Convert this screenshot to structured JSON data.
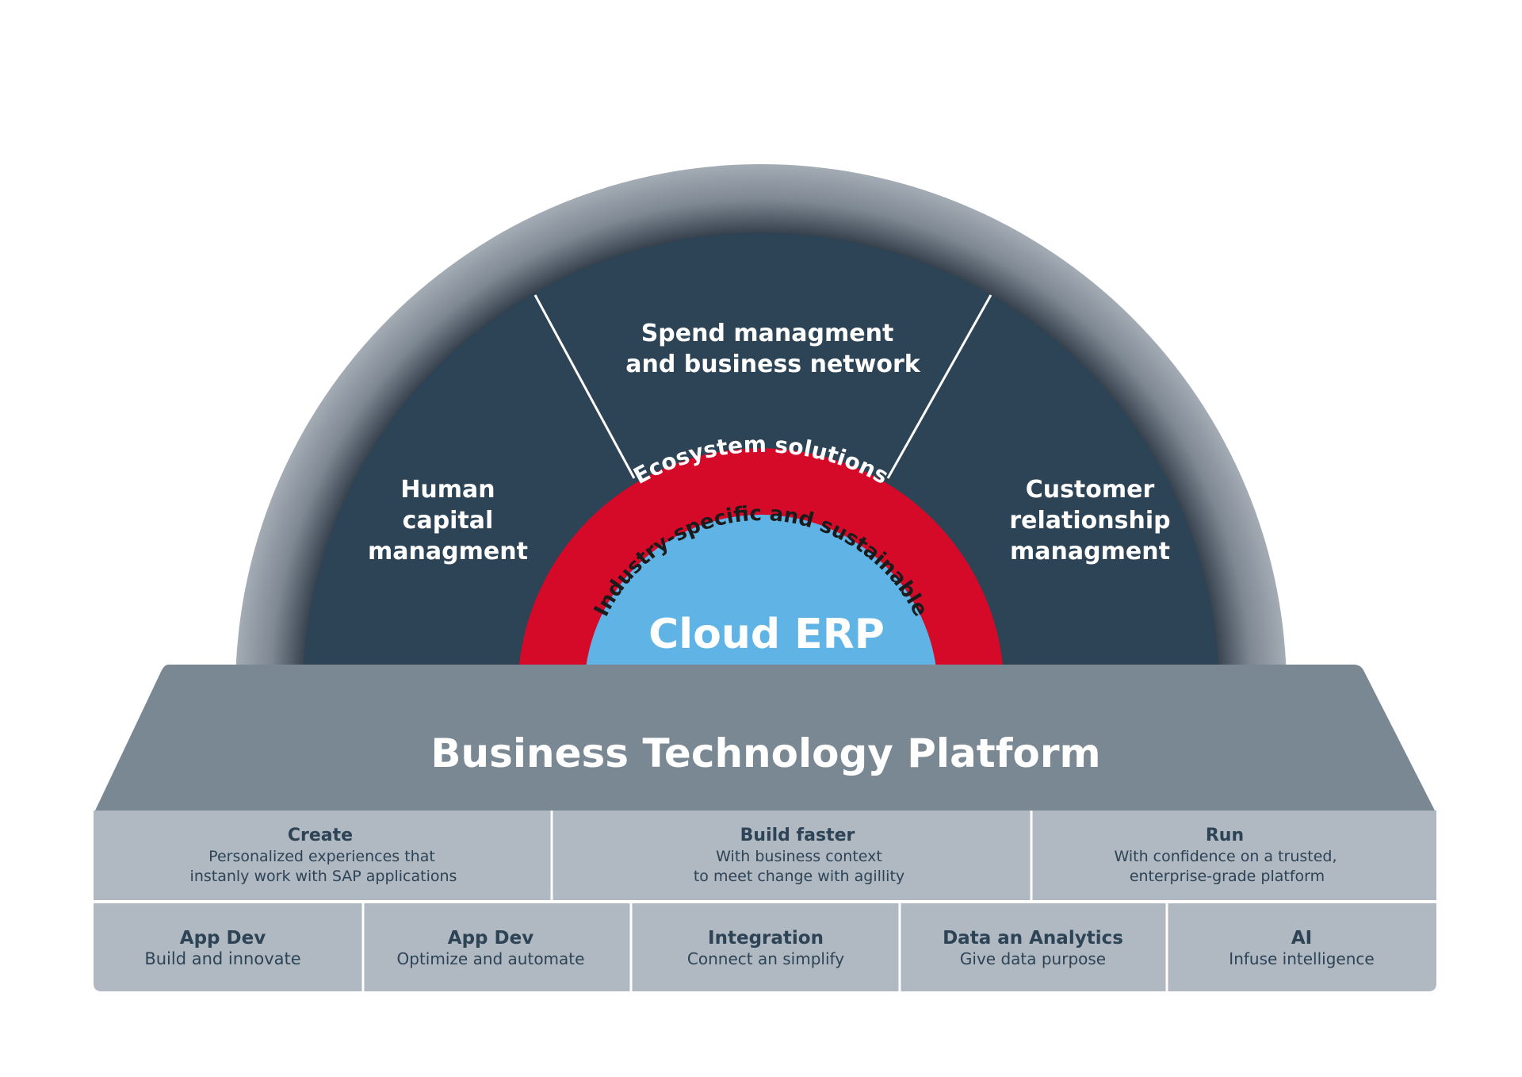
{
  "ecosystem": {
    "label": "Ecosystem solutions"
  },
  "segments": {
    "spend": {
      "line1": "Spend managment",
      "line2": "and business network"
    },
    "human": {
      "line1": "Human",
      "line2": "capital",
      "line3": "managment"
    },
    "customer": {
      "line1": "Customer",
      "line2": "relationship",
      "line3": "managment"
    }
  },
  "industry": {
    "label": "Industry-specific and sustainable"
  },
  "core": {
    "label": "Cloud ERP"
  },
  "platform": {
    "title": "Business Technology Platform"
  },
  "capabilities": [
    {
      "title": "Create",
      "line1": "Personalized experiences that",
      "line2": "instanly work with SAP applications"
    },
    {
      "title": "Build faster",
      "line1": "With business context",
      "line2": "to meet change with agillity"
    },
    {
      "title": "Run",
      "line1": "With confidence on a trusted,",
      "line2": "enterprise-grade platform"
    }
  ],
  "services": [
    {
      "title": "App Dev",
      "subtitle": "Build and innovate"
    },
    {
      "title": "App Dev",
      "subtitle": "Optimize and automate"
    },
    {
      "title": "Integration",
      "subtitle": "Connect an simplify"
    },
    {
      "title": "Data an Analytics",
      "subtitle": "Give data purpose"
    },
    {
      "title": "AI",
      "subtitle": "Infuse intelligence"
    }
  ],
  "colors": {
    "ecosystem_ring": "#a3aab3",
    "segments": "#2d4356",
    "industry_ring": "#d40a28",
    "core": "#5fb4e5",
    "platform": "#7a8894",
    "cells": "#b0b8c1",
    "cell_text": "#2d4356"
  }
}
